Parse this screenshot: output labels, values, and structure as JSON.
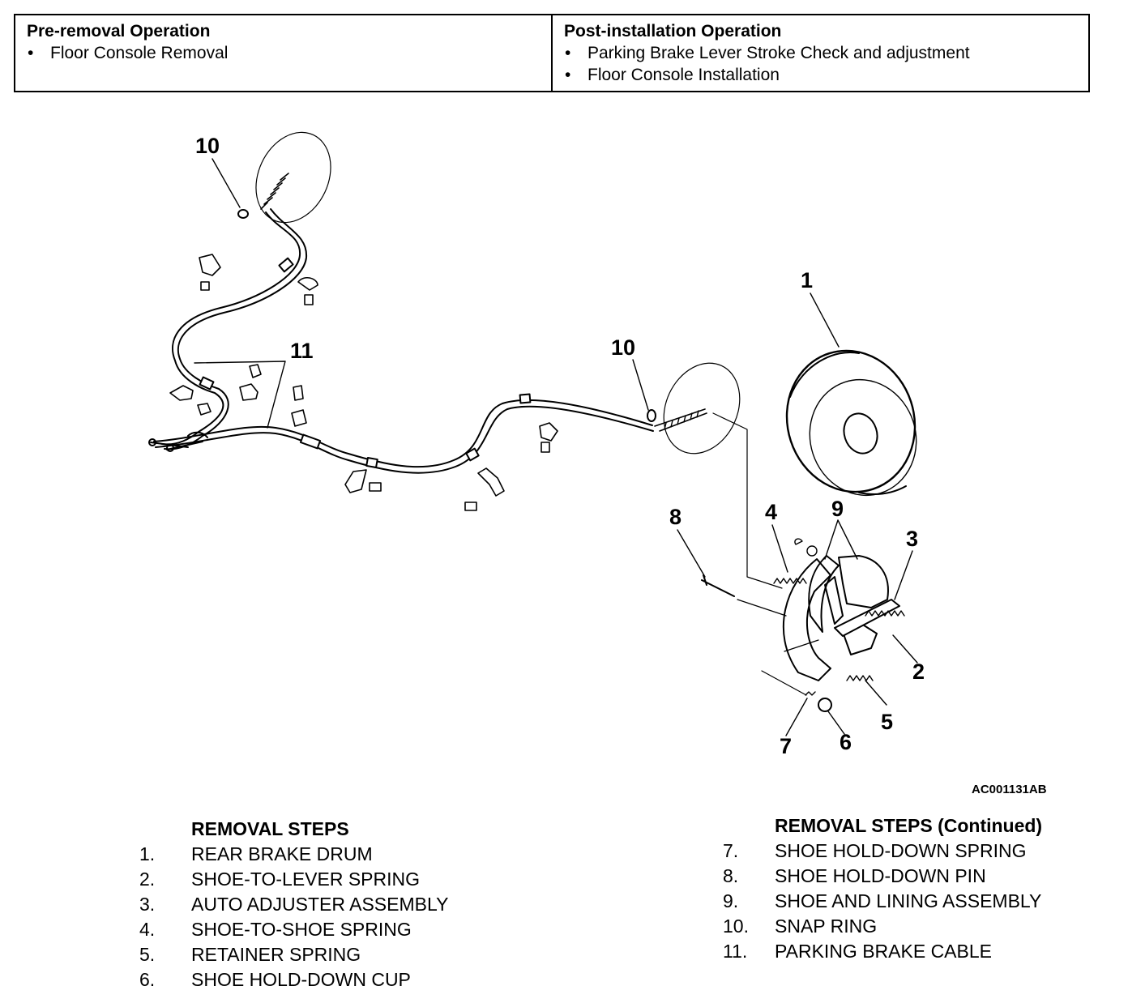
{
  "operations": {
    "pre_removal": {
      "title": "Pre-removal Operation",
      "items": [
        "Floor Console Removal"
      ]
    },
    "post_installation": {
      "title": "Post-installation Operation",
      "items": [
        "Parking Brake Lever Stroke Check and adjustment",
        "Floor Console Installation"
      ]
    }
  },
  "diagram": {
    "figure_code": "AC001131AB",
    "callouts": {
      "c1": "1",
      "c2": "2",
      "c3": "3",
      "c4": "4",
      "c5": "5",
      "c6": "6",
      "c7": "7",
      "c8": "8",
      "c9": "9",
      "c10a": "10",
      "c10b": "10",
      "c11": "11"
    }
  },
  "removal_steps": {
    "title": "REMOVAL STEPS",
    "items": [
      {
        "num": "1.",
        "label": "REAR BRAKE DRUM"
      },
      {
        "num": "2.",
        "label": "SHOE-TO-LEVER SPRING"
      },
      {
        "num": "3.",
        "label": "AUTO ADJUSTER ASSEMBLY"
      },
      {
        "num": "4.",
        "label": "SHOE-TO-SHOE SPRING"
      },
      {
        "num": "5.",
        "label": "RETAINER SPRING"
      },
      {
        "num": "6.",
        "label": "SHOE HOLD-DOWN CUP"
      }
    ]
  },
  "removal_steps_continued": {
    "title": "REMOVAL STEPS (Continued)",
    "items": [
      {
        "num": "7.",
        "label": "SHOE HOLD-DOWN SPRING"
      },
      {
        "num": "8.",
        "label": "SHOE HOLD-DOWN PIN"
      },
      {
        "num": "9.",
        "label": "SHOE AND LINING ASSEMBLY"
      },
      {
        "num": "10.",
        "label": "SNAP RING"
      },
      {
        "num": "11.",
        "label": "PARKING BRAKE CABLE"
      }
    ]
  }
}
